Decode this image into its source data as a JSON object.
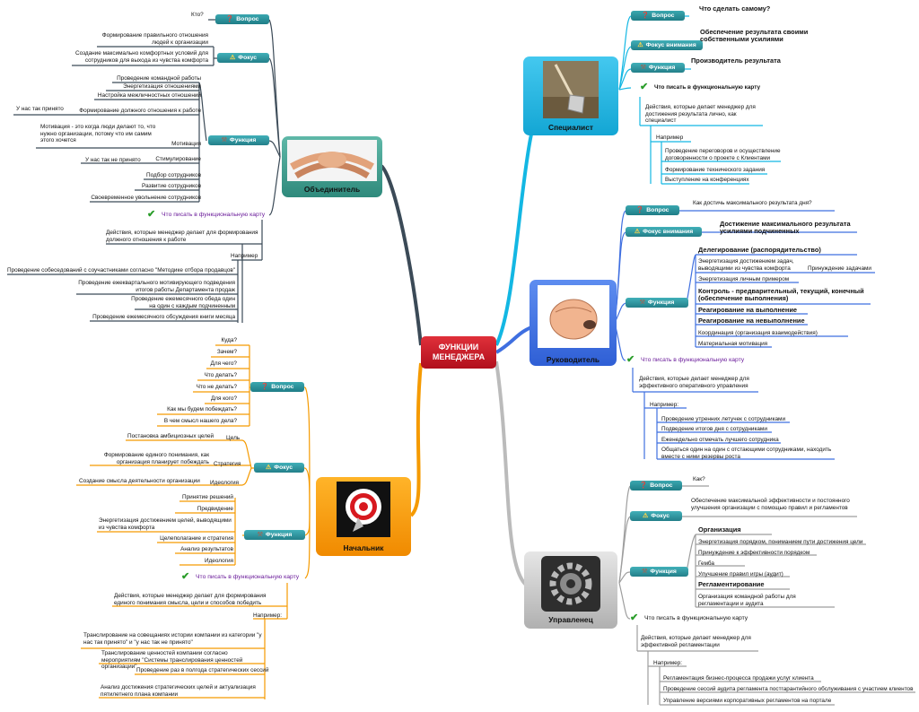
{
  "center": {
    "title": "ФУНКЦИИ МЕНЕДЖЕРА"
  },
  "colors": {
    "center": "#c8151f",
    "specialist": "#13b7e3",
    "manager": "#3f6fe0",
    "unifier": "#3b4a57",
    "chief": "#f59a00",
    "administrator": "#9e9e9e",
    "label_purple": "#6a1b9a",
    "check": "#2a9d2a"
  },
  "common": {
    "question": "Вопрос",
    "focus": "Фокус",
    "focus_attention": "Фокус внимания",
    "function": "Функция",
    "what_to_write": "Что писать в функциональную карту",
    "for_example": "Например",
    "for_example_colon": "Например:"
  },
  "specialist": {
    "title": "Специалист",
    "question": "Что сделать самому?",
    "focus": "Обеспечение результата своими собственными усилиями",
    "function": "Производитель результата",
    "actions": "Действия, которые делает менеджер для достижения результата лично, как специалист",
    "examples": [
      "Проведение переговоров и осуществление договоренности  о проекте с Клиентами",
      "Формирование технического задания",
      "Выступление на конференциях"
    ]
  },
  "manager": {
    "title": "Руководитель",
    "question": "Как достичь максимального результата дня?",
    "focus": "Достижение максимального результата усилиями подчиненных",
    "functions": {
      "delegation": "Делегирование (распорядительство)",
      "energy_tasks": "Энергетизация достижением задач, выводящими из чувства комфорта",
      "forcing": "Принуждение задачами",
      "energy_personal": "Энергетизация личным примером",
      "control": "Контроль - предварительный, текущий, конечный (обеспечение выполнения)",
      "react_done": "Реагирование на выполнение",
      "react_notdone": "Реагирование на невыполнение",
      "coordination": "Координация (организация взаимодействия)",
      "motivation": "Материальная мотивация"
    },
    "actions": "Действия, которые делает менеджер для эффективного оперативного управления",
    "examples": [
      "Проведение утренних летучек с сотрудниками",
      "Подведение итогов дня с сотрудниками",
      "Еженедельно отмечать лучшего сотрудника",
      "Общаться один на один с отстающими сотрудниками, находить вместе с ними резервы роста"
    ]
  },
  "administrator": {
    "title": "Управленец",
    "question": "Как?",
    "focus": "Обеспечение максимальной эффективности и постоянного улучшения организации с помощью правил и регламентов",
    "organization": "Организация",
    "org_items": [
      "Энергетизация порядком, пониманием пути достижения цели",
      "Принуждение к эффективности порядком",
      "Гемба",
      "Улучшение правил игры (аудит)"
    ],
    "regulation": "Регламентирование",
    "reg_item": "Организация командной работы для регламентации и аудита",
    "actions": "Действия, которые делает менеджер для эффективной регламентации",
    "examples": [
      "Регламентация бизнес-процесса продажи услуг клиента",
      "Проведение сессий аудита регламента постгарантийного обслуживания с участием клиентов",
      "Управление версиями корпоративных регламентов на портале"
    ]
  },
  "unifier": {
    "title": "Объединитель",
    "question": "Кто?",
    "focus": [
      "Формирование правильного отношения людей к организации",
      "Создание максимально комфортных условий для сотрудников для выхода из чувства комфорта"
    ],
    "functions": [
      "Проведение командной работы",
      "Энергетизация отношениями",
      "Настройка межличностных отношений",
      "Формирование должного отношения к работе",
      "Мотивация",
      "Стимулирование",
      "Подбор сотрудников",
      "Развитие сотрудников",
      "Своевременное увольнение сотрудников"
    ],
    "note_accepted": "У нас так принято",
    "note_motivation": "Мотивация - это когда люди делают то, что нужно организации, потому что им самим этого хочется",
    "note_not_accepted": "У нас так не принято",
    "actions": "Действия, которые менеджер делает для формирования должного отношения к работе",
    "examples": [
      "Проведение собеседований с соучастниками согласно \"Методике отбора продавцов\"",
      "Проведение ежеквартального мотивирующего подведения итогов работы Департамента продаж",
      "Проведение ежемесячного обеда один на один с каждым подчиненным",
      "Проведение ежемесячного обсуждения книги месяца"
    ]
  },
  "chief": {
    "title": "Начальник",
    "questions": [
      "Куда?",
      "Зачем?",
      "Для чего?",
      "Что делать?",
      "Что не делать?",
      "Для кого?",
      "Как мы будем побеждать?",
      "В чем смысл нашего дела?"
    ],
    "focus": {
      "goal": "Цель",
      "goal_item": "Постановка амбициозных целей",
      "strategy": "Стратегия",
      "strategy_item": "Формирование единого понимания, как организация планирует побеждать",
      "ideology": "Идеология",
      "ideology_item": "Создание смысла деятельности организации"
    },
    "functions": [
      "Принятие решений",
      "Предвидение",
      "Энергетизация достижением целей, выводящими из чувства комфорта",
      "Целеполагание и стратегия",
      "Анализ результатов",
      "Идеология"
    ],
    "actions": "Действия, которые менеджер делает для формирования единого понимания смысла, цели и способов победить",
    "examples": [
      "Транслирование на совещаниях истории компании из категории \"у нас так принято\" и \"у нас так не принято\"",
      "Транслирование ценностей компании согласно мероприятиям \"Системы транслирования ценностей организации\"",
      "Проведение раз в полгода стратегических сессий",
      "Анализ достижения стратегических целей и актуализация пятилетнего плана компании"
    ]
  }
}
